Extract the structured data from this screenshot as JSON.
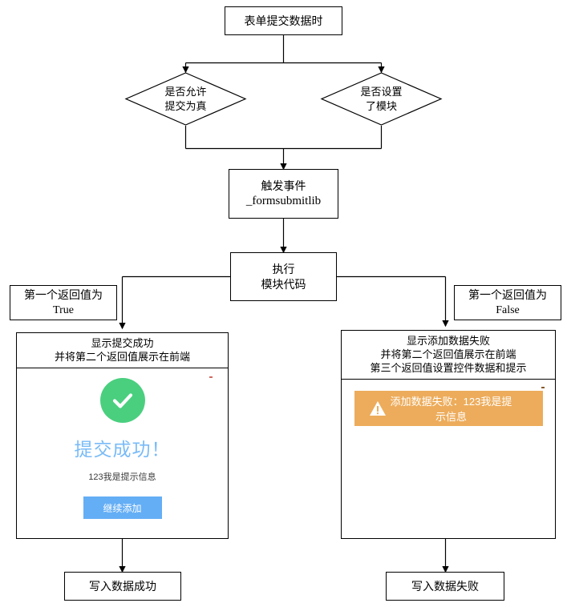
{
  "diagram": {
    "title_node": {
      "label": "表单提交数据时"
    },
    "decisions": [
      {
        "line1": "是否允许",
        "line2": "提交为真"
      },
      {
        "line1": "是否设置",
        "line2": "了模块"
      }
    ],
    "trigger_node": {
      "line1": "触发事件",
      "line2": "_formsubmitlib"
    },
    "execute_node": {
      "line1": "执行",
      "line2": "模块代码"
    },
    "branch_labels": [
      {
        "line1": "第一个返回值为",
        "line2": "True"
      },
      {
        "line1": "第一个返回值为",
        "line2": "False"
      }
    ],
    "terminals": [
      {
        "label": "写入数据成功"
      },
      {
        "label": "写入数据失败"
      }
    ]
  },
  "success_panel": {
    "header": "显示提交成功\n并将第二个返回值展示在前端",
    "icon": "check-circle-icon",
    "title": "提交成功！",
    "message": "123我是提示信息",
    "button_label": "继续添加",
    "colors": {
      "check_green": "#4ACF7F",
      "title_blue": "#79BBF7",
      "button_blue": "#64AEF6"
    }
  },
  "error_panel": {
    "header": "显示添加数据失败\n并将第二个返回值展示在前端\n第三个返回值设置控件数据和提示",
    "icon": "warning-triangle-icon",
    "alert_text": "添加数据失败：123我是提示信息",
    "colors": {
      "alert_orange": "#EDAC5B",
      "alert_text": "#FFFFFF"
    }
  }
}
